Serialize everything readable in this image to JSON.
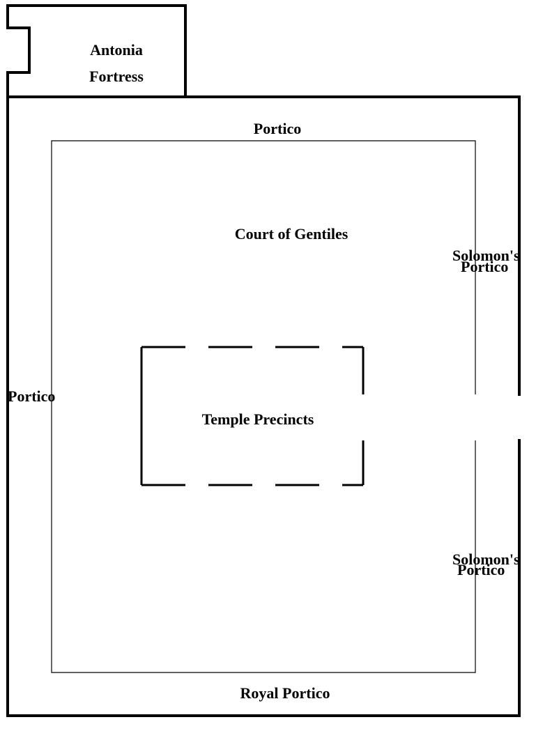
{
  "labels": {
    "antonia_line1": "Antonia",
    "antonia_line2": "Fortress",
    "portico_top": "Portico",
    "court_of_gentiles": "Court of Gentiles",
    "solomons_portico_upper_line1": "Solomon's",
    "solomons_portico_upper_line2": "Portico",
    "portico_left": "Portico",
    "temple_precincts": "Temple Precincts",
    "solomons_portico_lower_line1": "Solomon's",
    "solomons_portico_lower_line2": "Portico",
    "royal_portico": "Royal Portico"
  },
  "colors": {
    "stroke": "#000000",
    "background": "#ffffff"
  }
}
